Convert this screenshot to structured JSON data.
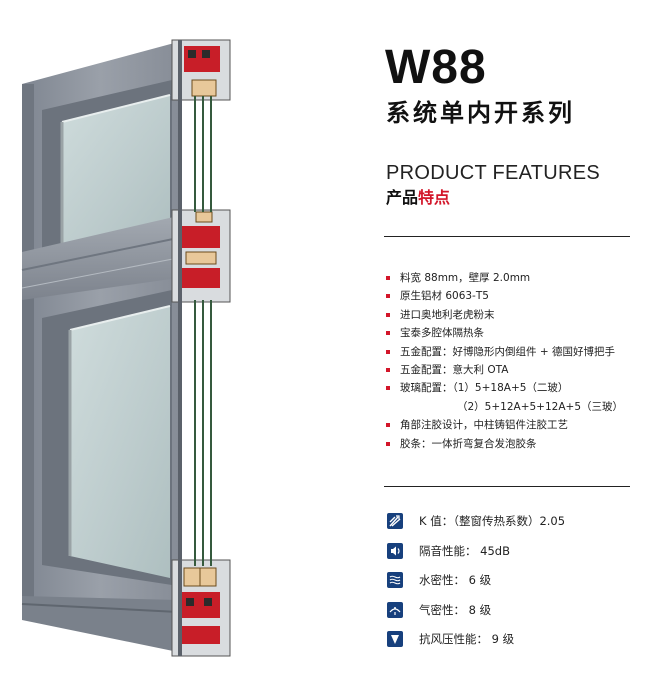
{
  "product": {
    "model": "W88",
    "series": "系统单内开系列"
  },
  "features_heading": {
    "english": "PRODUCT FEATURES",
    "chinese_prefix": "产品",
    "chinese_highlight": "特点"
  },
  "feature_items": [
    "料宽 88mm，壁厚 2.0mm",
    "原生铝材 6063-T5",
    "进口奥地利老虎粉末",
    "宝泰多腔体隔热条",
    "五金配置：好博隐形内倒组件 + 德国好博把手",
    "五金配置：意大利 OTA",
    "玻璃配置：（1）5+18A+5（二玻）",
    "（2）5+12A+5+12A+5（三玻）",
    "角部注胶设计，中柱铸铝件注胶工艺",
    "胶条：一体折弯复合发泡胶条"
  ],
  "performance": [
    {
      "icon": "heat-transfer-icon",
      "text": "K 值：（整窗传热系数）2.05"
    },
    {
      "icon": "sound-icon",
      "text": "隔音性能： 45dB"
    },
    {
      "icon": "water-tightness-icon",
      "text": "水密性： 6 级"
    },
    {
      "icon": "air-tightness-icon",
      "text": "气密性： 8 级"
    },
    {
      "icon": "wind-pressure-icon",
      "text": "抗风压性能： 9 级"
    }
  ],
  "colors": {
    "accent_red": "#d3162a",
    "icon_blue": "#17407d",
    "frame_gray": "#8a909a",
    "glass": "#c9d6d6",
    "thermal_break_red": "#c81e28"
  }
}
